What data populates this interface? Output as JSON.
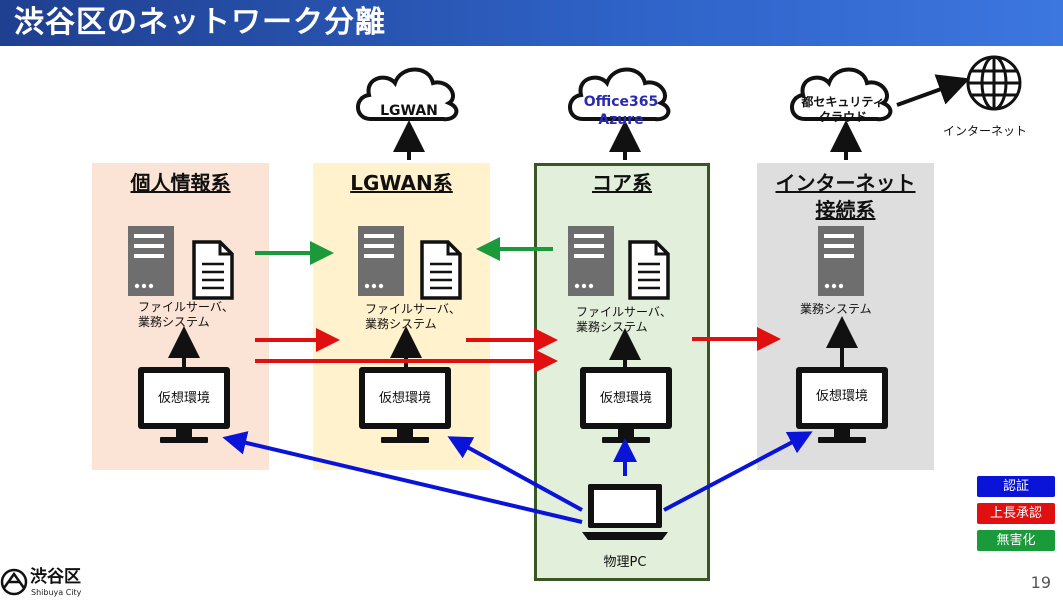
{
  "header": {
    "title": "渋谷区のネットワーク分離"
  },
  "zones": {
    "personal": {
      "title": "個人情報系",
      "server_label": "ファイルサーバ、\n業務システム",
      "vm_label": "仮想環境"
    },
    "lgwan": {
      "title": "LGWAN系",
      "server_label": "ファイルサーバ、\n業務システム",
      "vm_label": "仮想環境"
    },
    "core": {
      "title": "コア系",
      "server_label": "ファイルサーバ、\n業務システム",
      "vm_label": "仮想環境"
    },
    "internet": {
      "title_line1": "インターネット",
      "title_line2": "接続系",
      "server_label": "業務システム",
      "vm_label": "仮想環境"
    }
  },
  "clouds": {
    "lgwan": "LGWAN",
    "office_line1": "Office365",
    "office_line2": "Azure",
    "metro_line1": "都セキュリティ",
    "metro_line2": "クラウド"
  },
  "internet_label": "インターネット",
  "physical_pc_label": "物理PC",
  "legend": {
    "auth": "認証",
    "approval": "上長承認",
    "sanitize": "無害化",
    "colors": {
      "auth": "#0a14d8",
      "approval": "#e01010",
      "sanitize": "#1a9a3a"
    }
  },
  "logo": {
    "name": "渋谷区",
    "sub": "Shibuya City"
  },
  "page_number": "19"
}
